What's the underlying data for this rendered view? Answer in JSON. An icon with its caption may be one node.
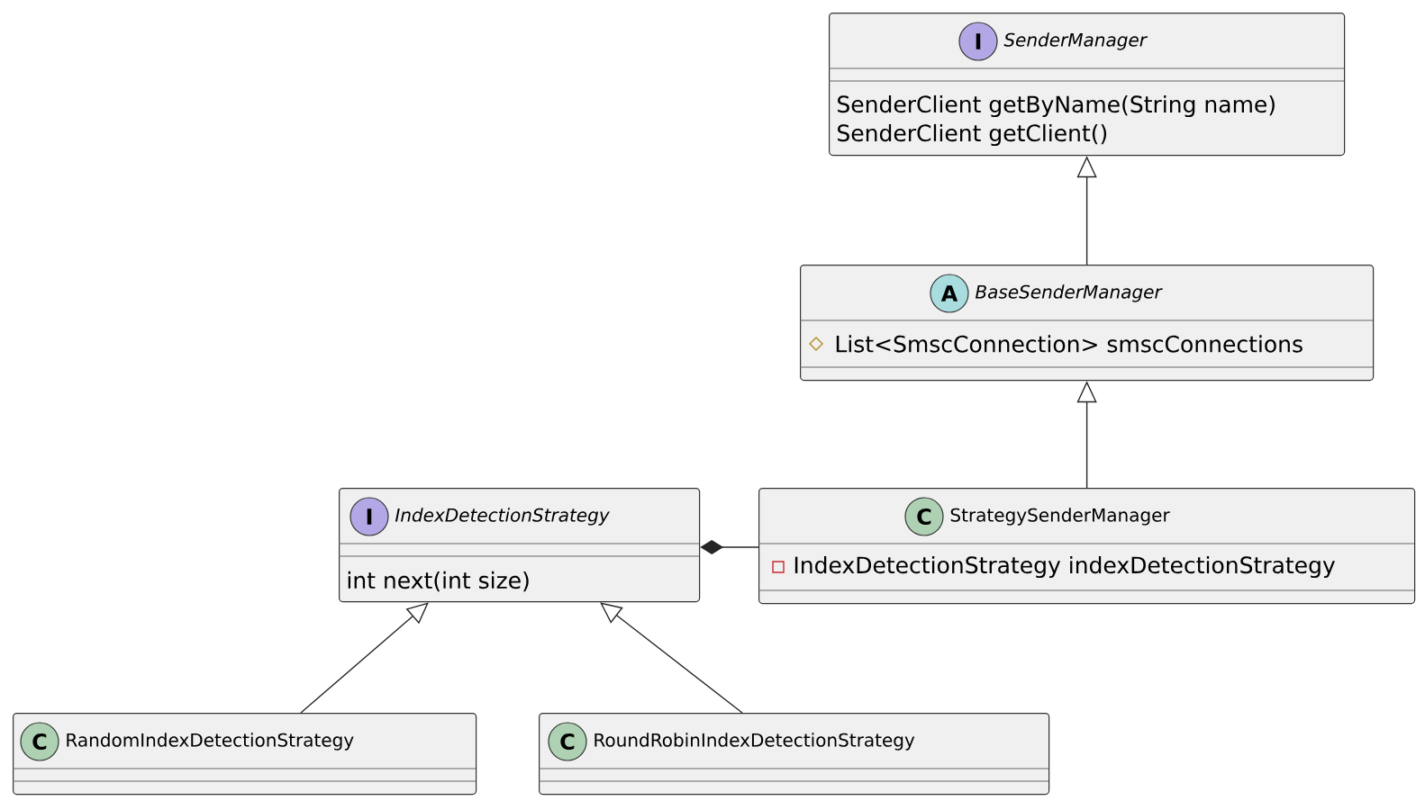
{
  "diagram": {
    "nodes": [
      {
        "text": [
          "I",
          "SenderManager",
          "SenderClient getByName(String name)",
          "SenderClient getClient()"
        ]
      },
      {
        "text": [
          "A",
          "BaseSenderManager",
          "List<SmscConnection> smscConnections"
        ]
      },
      {
        "text": [
          "I",
          "IndexDetectionStrategy",
          "int next(int size)"
        ]
      },
      {
        "text": [
          "C",
          "StrategySenderManager",
          "IndexDetectionStrategy indexDetectionStrategy"
        ]
      },
      {
        "text": [
          "C",
          "RandomIndexDetectionStrategy"
        ]
      },
      {
        "text": [
          "C",
          "RoundRobinIndexDetectionStrategy"
        ]
      }
    ],
    "edges": [
      {
        "from": 1,
        "to": 0,
        "arrow": "to"
      },
      {
        "from": 3,
        "to": 1,
        "arrow": "to"
      },
      {
        "from": 3,
        "to": 2,
        "arrow": "other"
      },
      {
        "from": 4,
        "to": 2,
        "arrow": "to"
      },
      {
        "from": 5,
        "to": 2,
        "arrow": "to"
      }
    ]
  }
}
